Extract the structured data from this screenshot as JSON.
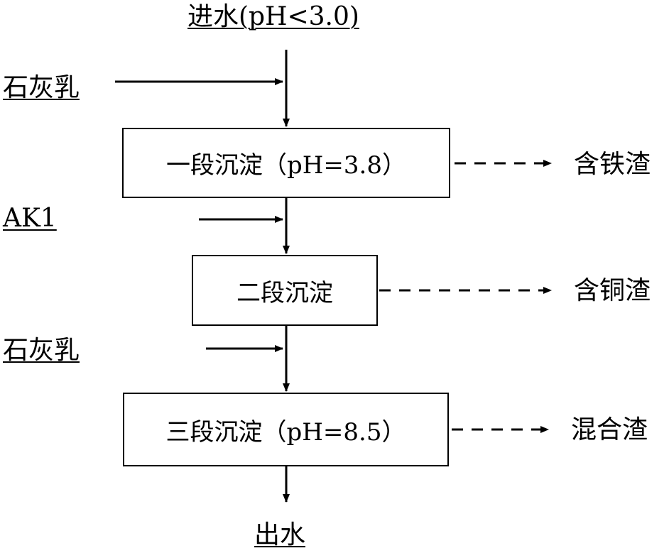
{
  "inlet": "进水(pH<3.0)",
  "outlet": "出水",
  "reagents": {
    "lime_1": "石灰乳",
    "ak1": "AK1",
    "lime_2": "石灰乳"
  },
  "stages": [
    {
      "label": "一段沉淀（pH=3.8）",
      "residue": "含铁渣"
    },
    {
      "label": "二段沉淀",
      "residue": "含铜渣"
    },
    {
      "label": "三段沉淀（pH=8.5）",
      "residue": "混合渣"
    }
  ]
}
